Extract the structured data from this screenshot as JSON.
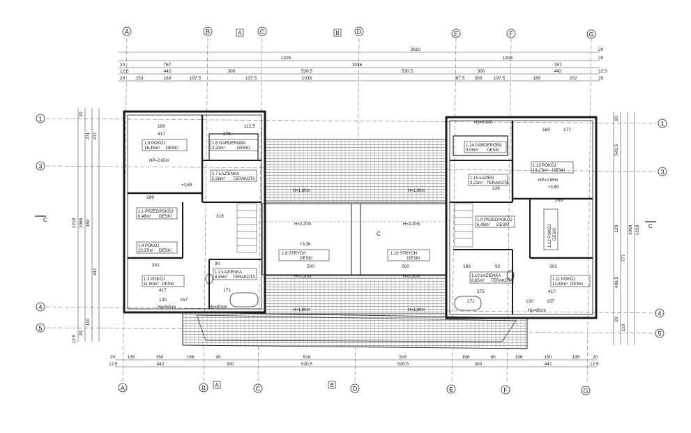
{
  "axes_columns": [
    "A",
    "B",
    "C",
    "D",
    "E",
    "F",
    "G"
  ],
  "axes_rows": [
    "1",
    "3",
    "4",
    "5"
  ],
  "section_marks": [
    "A",
    "B",
    "C"
  ],
  "dims_top": {
    "overall": "2610",
    "row2": [
      "1305",
      "1305"
    ],
    "row3": [
      "767",
      "1036",
      "767"
    ],
    "row4": [
      "442",
      "300",
      "530.5",
      "530.5",
      "300",
      "442"
    ],
    "row5": [
      "153",
      "180",
      "197.5",
      "137.5",
      "1036",
      "87.5",
      "300",
      "197.5",
      "180",
      "202"
    ],
    "edge": [
      "20",
      "20",
      "12.5",
      "12.5",
      "20",
      "20",
      "20"
    ]
  },
  "dims_bottom": {
    "row1": [
      "135",
      "150",
      "196",
      "90",
      "518",
      "518",
      "196",
      "90",
      "196",
      "150",
      "135"
    ],
    "row2": [
      "442",
      "300",
      "530.5",
      "530.5",
      "300",
      "442"
    ],
    "edge": [
      "20",
      "12.5",
      "20",
      "12.5"
    ]
  },
  "dims_left": [
    "20",
    "271",
    "417",
    "1218",
    "1068",
    "150",
    "447",
    "110",
    "20",
    "12.5"
  ],
  "dims_right": [
    "20",
    "541.5",
    "1068",
    "120",
    "777",
    "406.5",
    "1218",
    "20",
    "110"
  ],
  "rooms": {
    "r15": {
      "label": "1.5  POKÓJ",
      "area": "16,45m²",
      "floor": "DESKI"
    },
    "r16": {
      "label": "1.6  GARDEROBA",
      "area": "3,20m²",
      "floor": "DESKI"
    },
    "r17": {
      "label": "1.7  ŁAZIENKA",
      "area": "5,26m²",
      "floor": "TERAKOTA"
    },
    "r11": {
      "label": "1.1  PRZEDPOKÓJ",
      "area": "6,48m²",
      "floor": "DESKI"
    },
    "r14": {
      "label": "1.4  POKÓJ",
      "area": "10,37m²",
      "floor": "DESKI"
    },
    "r13": {
      "label": "1.3  POKÓJ",
      "area": "11,80m²",
      "floor": "DESKI"
    },
    "r12": {
      "label": "1.2  ŁAZIENKA",
      "area": "6,85m²",
      "floor": "TERAKOTA"
    },
    "r18": {
      "label": "1.8  STRYCH",
      "area": "",
      "floor": "DESKI"
    },
    "r116": {
      "label": "1.16  STRYCH",
      "area": "",
      "floor": "DESKI"
    },
    "r114": {
      "label": "1.14  GARDEROBA",
      "area": "3,05m²",
      "floor": "DESKI"
    },
    "r115": {
      "label": "1.15  ŁAZIEN",
      "area": "3,21m²",
      "floor": "TERAKOTA"
    },
    "r113": {
      "label": "1.13  POKÓJ",
      "area": "16,17m²",
      "floor": "DESKI"
    },
    "r19": {
      "label": "1.9  PRZEDPOKÓJ",
      "area": "6,45m²",
      "floor": "DESKI"
    },
    "r112": {
      "label": "1.12  POKÓJ",
      "area": "",
      "floor": "DESKI"
    },
    "r110": {
      "label": "1.10  ŁAZIENKA",
      "area": "8,85m²",
      "floor": "TERAKOTA"
    },
    "r111": {
      "label": "1.11  POKÓJ",
      "area": "12,83m²",
      "floor": "DESKI"
    }
  },
  "notes": {
    "hp_left": "HP=2,65m",
    "hp_right": "HP=2,65m",
    "h_strych": "H=2,20m",
    "h_strych_low": "H=1,80m",
    "lev_left": "+3,69",
    "lev_right": "+3,69",
    "lev_mid": "+3,36",
    "hp_window": "Hp=90cm",
    "room_dims": [
      "417",
      "180",
      "112.5",
      "275",
      "289",
      "301",
      "417",
      "130",
      "157",
      "171",
      "90",
      "500",
      "500",
      "318",
      "183",
      "275",
      "171",
      "130",
      "157",
      "417",
      "301",
      "289",
      "180",
      "177",
      "136",
      "92"
    ]
  }
}
